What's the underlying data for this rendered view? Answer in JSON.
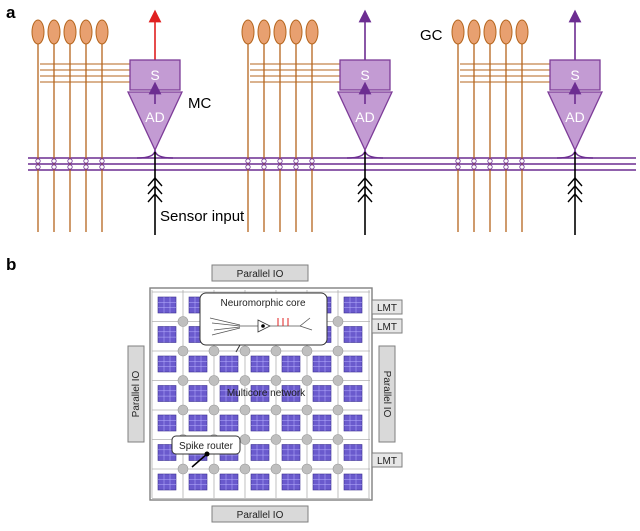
{
  "panel_a": {
    "label": "a",
    "gc_label": "GC",
    "mc_label": "MC",
    "sensor_label": "Sensor input",
    "s_label": "S",
    "ad_label": "AD"
  },
  "panel_b": {
    "label": "b",
    "io_top": "Parallel IO",
    "io_bottom": "Parallel IO",
    "io_left": "Parallel IO",
    "io_right": "Parallel IO",
    "lmt": [
      "LMT",
      "LMT",
      "LMT"
    ],
    "core_label": "Neuromorphic core",
    "network_label": "Multicore network",
    "router_label": "Spike router"
  },
  "colors": {
    "neuron_fill": "#e8a070",
    "neuron_line": "#b5651d",
    "mc_fill": "#c39bd3",
    "mc_line": "#7d3c98",
    "axon": "#6c2d91",
    "arrow_red": "#e02020",
    "chip_frame": "#808080",
    "core_block": "#6a5acd",
    "router": "#bfbfbf",
    "io_fill": "#d9d9d9"
  }
}
